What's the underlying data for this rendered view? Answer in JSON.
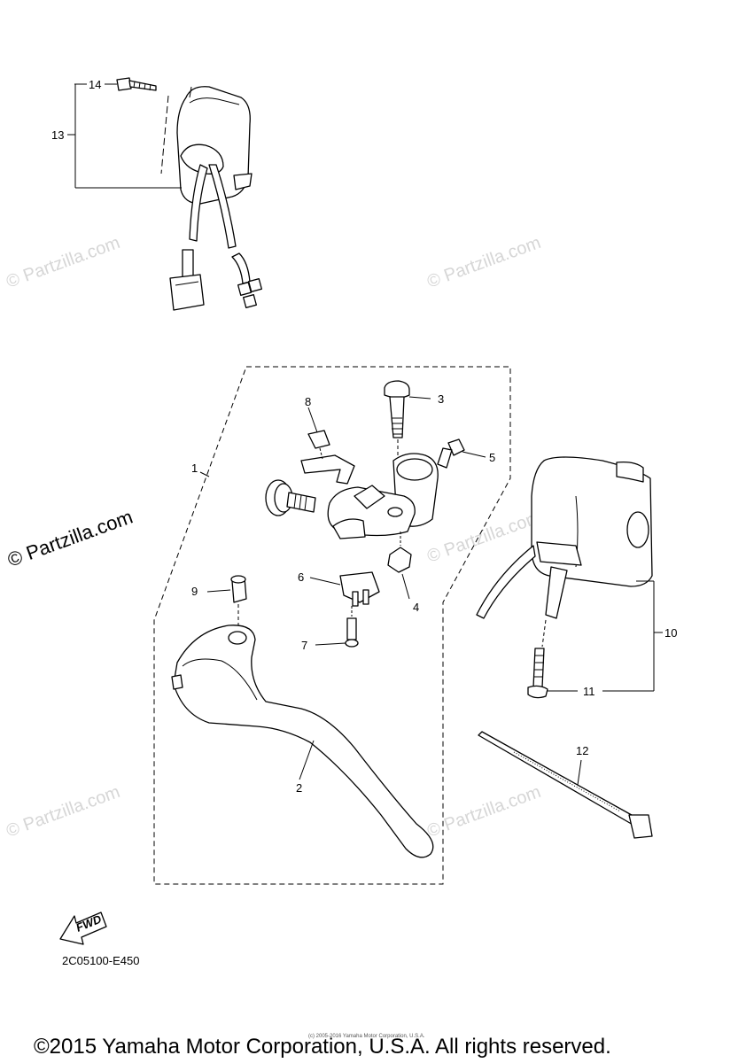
{
  "watermark": "© Partzilla.com",
  "callouts": [
    "1",
    "2",
    "3",
    "4",
    "5",
    "6",
    "7",
    "8",
    "9",
    "10",
    "11",
    "12",
    "13",
    "14"
  ],
  "fwd_label": "FWD",
  "diagram_code": "2C05100-E450",
  "tiny_notice": "(c) 2005-2016 Yamaha Motor Corporation, U.S.A.",
  "copyright": "©2015 Yamaha Motor Corporation, U.S.A. All rights reserved."
}
